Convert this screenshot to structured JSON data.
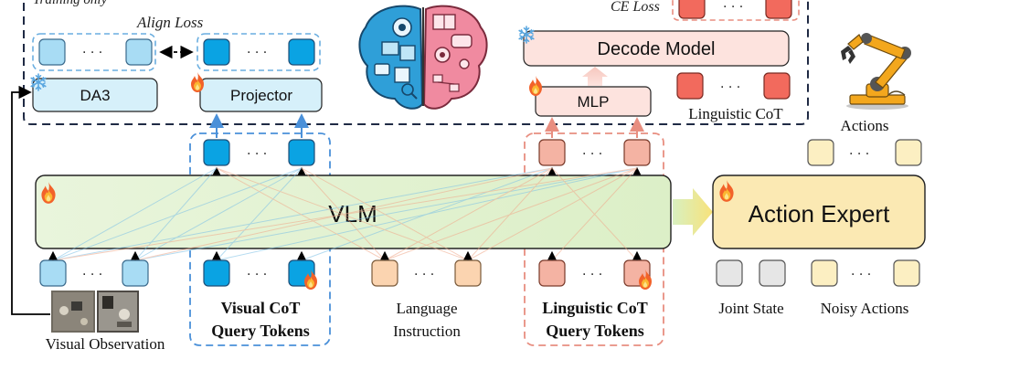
{
  "training_only_label": "Training only",
  "align_loss_label": "Align Loss",
  "ce_loss_label": "CE Loss",
  "ellipsis": "· · ·",
  "da3_label": "DA3",
  "projector_label": "Projector",
  "decode_model_label": "Decode Model",
  "mlp_label": "MLP",
  "linguistic_cot_label": "Linguistic CoT",
  "actions_label": "Actions",
  "vlm_label": "VLM",
  "action_expert_label": "Action Expert",
  "visual_observation_label": "Visual Observation",
  "visual_cot_query_label": [
    "Visual CoT",
    "Query Tokens"
  ],
  "language_instruction_label": [
    "Language",
    "Instruction"
  ],
  "linguistic_cot_query_label": [
    "Linguistic CoT",
    "Query Tokens"
  ],
  "joint_state_label": "Joint State",
  "noisy_actions_label": "Noisy Actions",
  "colors": {
    "light_blue_token": "#a8dcf4",
    "dark_blue_token": "#0aa3e3",
    "salmon_token": "#f4b3a3",
    "red_token": "#f26a5d",
    "peach_token": "#fbd4b0",
    "gray_token": "#e6e6e6",
    "yellow_token": "#fcefc2",
    "vlm_fill": "#e7f5d7",
    "action_expert_fill": "#fbe9b3",
    "blue_dash": "#4a90d9",
    "red_dash": "#e88e80"
  },
  "icons": [
    "snowflake-icon",
    "fire-icon",
    "brain-icon",
    "robot-arm-icon",
    "camera-images"
  ]
}
